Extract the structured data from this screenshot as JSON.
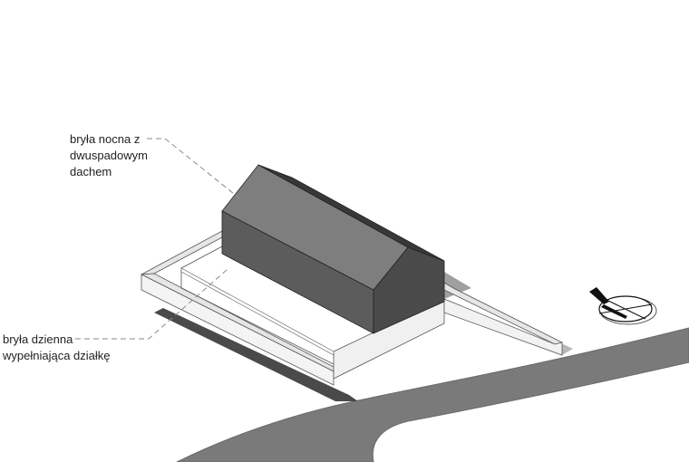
{
  "labels": {
    "night_volume": [
      "bryła nocna z",
      "dwuspadowym",
      "dachem"
    ],
    "day_volume": [
      "bryła dzienna",
      "wypełniająca działkę"
    ]
  },
  "icons": {
    "north_arrow": "north-arrow-compass-icon"
  },
  "colors": {
    "background": "#ffffff",
    "road": "#7a7a7a",
    "roof_light": "#7c7c7c",
    "roof_dark": "#3a3a3a",
    "wall_front": "#5a5a5a",
    "gable": "#4a4a4a",
    "low_wall_top": "#e8e8e8",
    "low_wall_side": "#f2f2f2",
    "leader_line": "#8a8a8a"
  }
}
